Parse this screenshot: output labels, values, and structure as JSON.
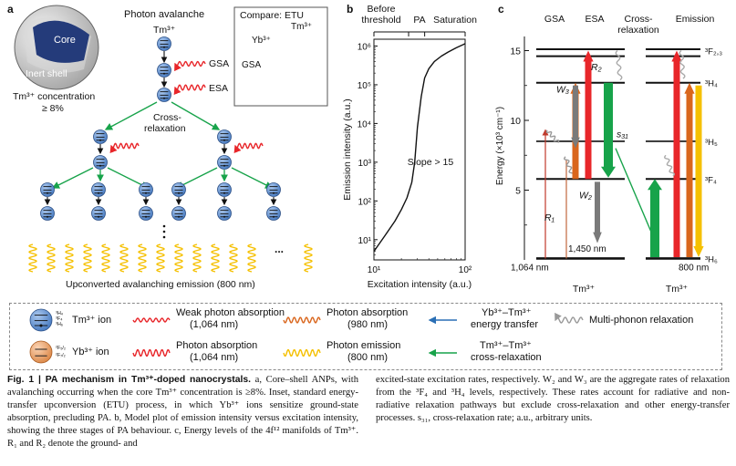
{
  "panels": {
    "a": {
      "label": "a",
      "title": "Photon avalanche",
      "core_label": "Core",
      "shell_label": "Inert shell",
      "concentration_line1": "Tm³⁺ concentration",
      "concentration_line2": "≥ 8%",
      "ion_label": "Tm³⁺",
      "gsa_label": "GSA",
      "esa_label": "ESA",
      "cross_relax_line1": "Cross-",
      "cross_relax_line2": "relaxation",
      "ellipsis": "...",
      "emission_label": "Upconverted avalanching emission (800 nm)",
      "inset": {
        "title": "Compare: ETU",
        "yb_label": "Yb³⁺",
        "tm_label": "Tm³⁺",
        "gsa_label": "GSA"
      }
    },
    "b": {
      "label": "b",
      "stage_labels": [
        "Before\nthreshold",
        "PA",
        "Saturation"
      ],
      "slope_label": "Slope > 15"
    },
    "c": {
      "label": "c",
      "column_labels": [
        "GSA",
        "ESA",
        "Cross-\nrelaxation",
        "Emission"
      ],
      "ylabel": "Energy (×10³ cm⁻¹)",
      "yticks": [
        "15",
        "10",
        "5"
      ],
      "level_labels": [
        "³F₂,₃",
        "³H₄",
        "³H₅",
        "³F₄",
        "³H₆"
      ],
      "rate_labels": [
        "R₂",
        "W₃",
        "s₃₁",
        "W₂",
        "R₁"
      ],
      "wavelength_1450": "1,450 nm",
      "wavelength_1064": "1,064 nm",
      "wavelength_800": "800 nm",
      "ion_left": "Tm³⁺",
      "ion_right": "Tm³⁺"
    }
  },
  "chart_data": {
    "type": "line",
    "title": "",
    "xlabel": "Excitation intensity (a.u.)",
    "ylabel": "Emission intensity (a.u.)",
    "xscale": "log",
    "yscale": "log",
    "xlim": [
      10,
      100
    ],
    "ylim": [
      3,
      1500000
    ],
    "xticks": [
      "10¹",
      "10²"
    ],
    "yticks": [
      "10¹",
      "10²",
      "10³",
      "10⁴",
      "10⁵",
      "10⁶"
    ],
    "series": [
      {
        "x": [
          10,
          13,
          17,
          20,
          23,
          26,
          28,
          30,
          33,
          36,
          40,
          46,
          55,
          65,
          80,
          100
        ],
        "y": [
          5,
          12,
          30,
          60,
          120,
          300,
          1000,
          8000,
          50000,
          150000,
          260000,
          400000,
          550000,
          700000,
          900000,
          1150000
        ]
      }
    ]
  },
  "legend": {
    "tm_ion": "Tm³⁺ ion",
    "yb_ion": "Yb³⁺ ion",
    "tm_levels": [
      "³H₄",
      "³F₄",
      "³H₆"
    ],
    "yb_levels": [
      "²F₅/₂",
      "²F₇/₂"
    ],
    "weak_absorption": "Weak photon absorption",
    "weak_absorption_nm": "(1,064 nm)",
    "photon_absorption": "Photon absorption",
    "photon_absorption_nm": "(1,064 nm)",
    "photon_absorption_980": "Photon absorption",
    "photon_absorption_980_nm": "(980 nm)",
    "photon_emission": "Photon emission",
    "photon_emission_nm": "(800 nm)",
    "yb_tm_transfer": "Yb³⁺–Tm³⁺",
    "yb_tm_transfer2": "energy transfer",
    "tm_tm_cross": "Tm³⁺–Tm³⁺",
    "tm_tm_cross2": "cross-relaxation",
    "multiphonon": "Multi-phonon relaxation"
  },
  "caption": {
    "fig_label": "Fig. 1 | PA mechanism in Tm³⁺-doped nanocrystals.",
    "left": " a, Core–shell ANPs, with avalanching occurring when the core Tm³⁺ concentration is ≥8%. Inset, standard energy-transfer upconversion (ETU) process, in which Yb³⁺ ions sensitize ground-state absorption, precluding PA. b, Model plot of emission intensity versus excitation intensity, showing the three stages of PA behaviour. c, Energy levels of the 4f¹² manifolds of Tm³⁺. R₁ and R₂ denote the ground- and",
    "right": "excited-state excitation rates, respectively. W₂ and W₃ are the aggregate rates of relaxation from the ³F₄ and ³H₄ levels, respectively. These rates account for radiative and non-radiative relaxation pathways but exclude cross-relaxation and other energy-transfer processes. s₃₁, cross-relaxation rate; a.u., arbitrary units."
  },
  "colors": {
    "ion_blue": "#5b8fd0",
    "ion_orange": "#e8a06a",
    "red": "#e8262a",
    "orange": "#d9661d",
    "yellow": "#f5c000",
    "green": "#17a34a",
    "gray": "#7a7a7a",
    "arrow_blue": "#2a6fb5",
    "core_navy": "#243b7a"
  }
}
